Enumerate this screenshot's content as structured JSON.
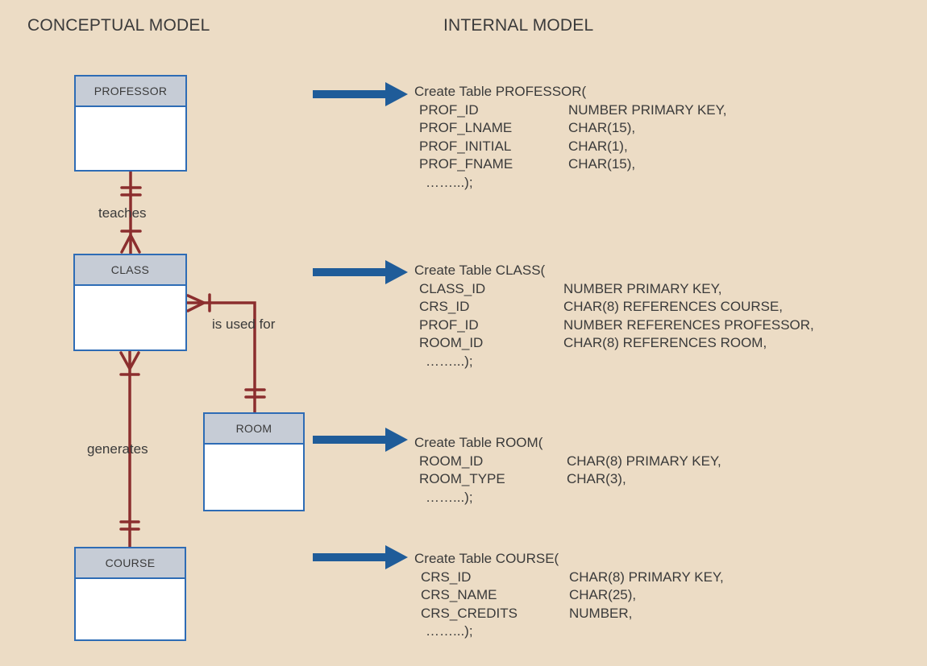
{
  "headings": {
    "conceptual": "CONCEPTUAL MODEL",
    "internal": "INTERNAL MODEL"
  },
  "entities": {
    "professor": "PROFESSOR",
    "class": "CLASS",
    "room": "ROOM",
    "course": "COURSE"
  },
  "relationships": {
    "teaches": "teaches",
    "is_used_for": "is used for",
    "generates": "generates"
  },
  "colors": {
    "background": "#ecdcc5",
    "entity_border": "#2e6cb5",
    "entity_header": "#c6ccd6",
    "relation_line": "#8b2e2e",
    "arrow": "#1f5c99"
  },
  "tables": {
    "professor": {
      "header": "Create Table PROFESSOR(",
      "rows": [
        {
          "col": "PROF_ID",
          "type": "NUMBER PRIMARY KEY,"
        },
        {
          "col": "PROF_LNAME",
          "type": "CHAR(15),"
        },
        {
          "col": "PROF_INITIAL",
          "type": "CHAR(1),"
        },
        {
          "col": "PROF_FNAME",
          "type": "CHAR(15),"
        }
      ],
      "end": "……...);"
    },
    "class": {
      "header": "Create Table CLASS(",
      "rows": [
        {
          "col": "CLASS_ID",
          "type": "NUMBER PRIMARY KEY,"
        },
        {
          "col": "CRS_ID",
          "type": "CHAR(8)  REFERENCES COURSE,"
        },
        {
          "col": "PROF_ID",
          "type": "NUMBER REFERENCES PROFESSOR,"
        },
        {
          "col": "ROOM_ID",
          "type": "CHAR(8)  REFERENCES ROOM,"
        }
      ],
      "end": "……...);"
    },
    "room": {
      "header": "Create Table ROOM(",
      "rows": [
        {
          "col": "ROOM_ID",
          "type": "CHAR(8) PRIMARY KEY,"
        },
        {
          "col": "ROOM_TYPE",
          "type": "CHAR(3),"
        }
      ],
      "end": "……...);"
    },
    "course": {
      "header": "Create Table COURSE(",
      "rows": [
        {
          "col": "CRS_ID",
          "type": "CHAR(8) PRIMARY KEY,"
        },
        {
          "col": "CRS_NAME",
          "type": "CHAR(25),"
        },
        {
          "col": "CRS_CREDITS",
          "type": "NUMBER,"
        }
      ],
      "end": "……...);"
    }
  }
}
